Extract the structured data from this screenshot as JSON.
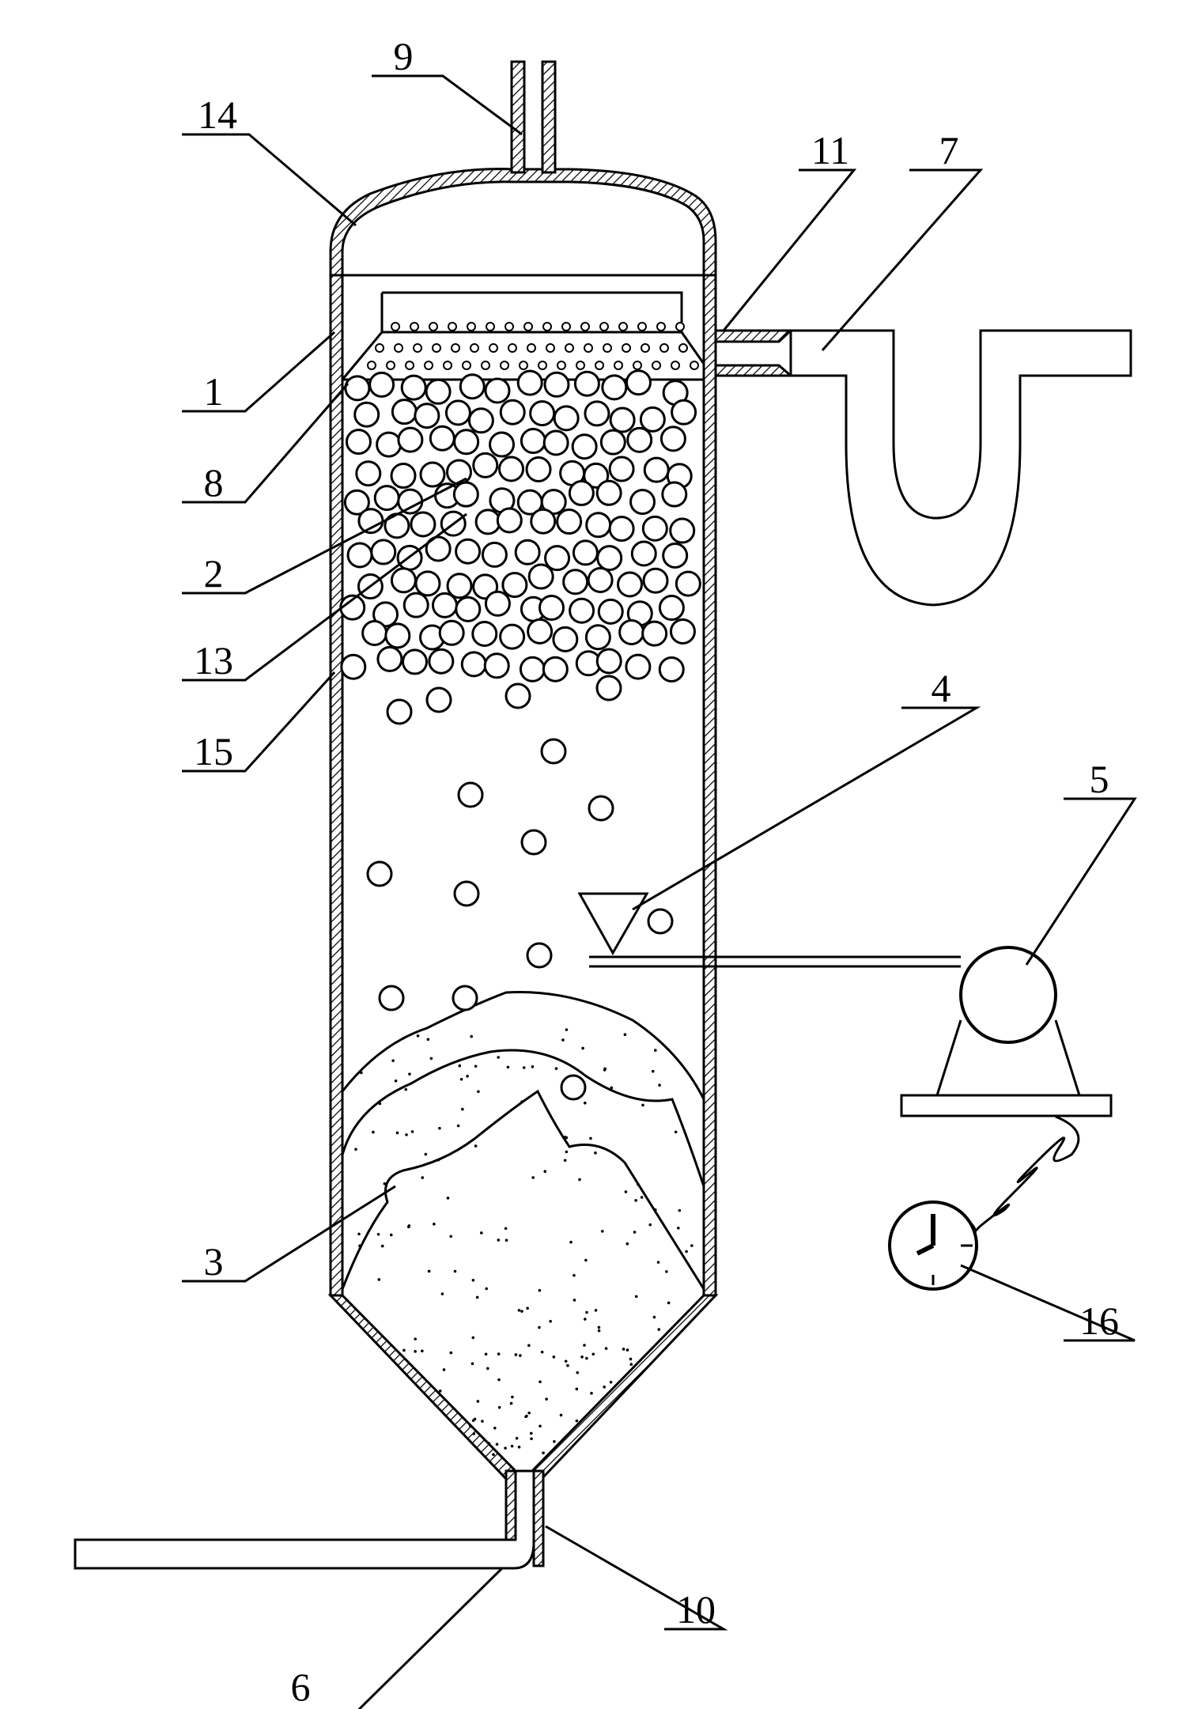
{
  "labels": {
    "l1": "1",
    "l2": "2",
    "l3": "3",
    "l4": "4",
    "l5": "5",
    "l6": "6",
    "l7": "7",
    "l8": "8",
    "l9": "9",
    "l10": "10",
    "l11": "11",
    "l13": "13",
    "l14": "14",
    "l15": "15",
    "l16": "16"
  },
  "colors": {
    "line": "#000000",
    "background": "#ffffff"
  }
}
